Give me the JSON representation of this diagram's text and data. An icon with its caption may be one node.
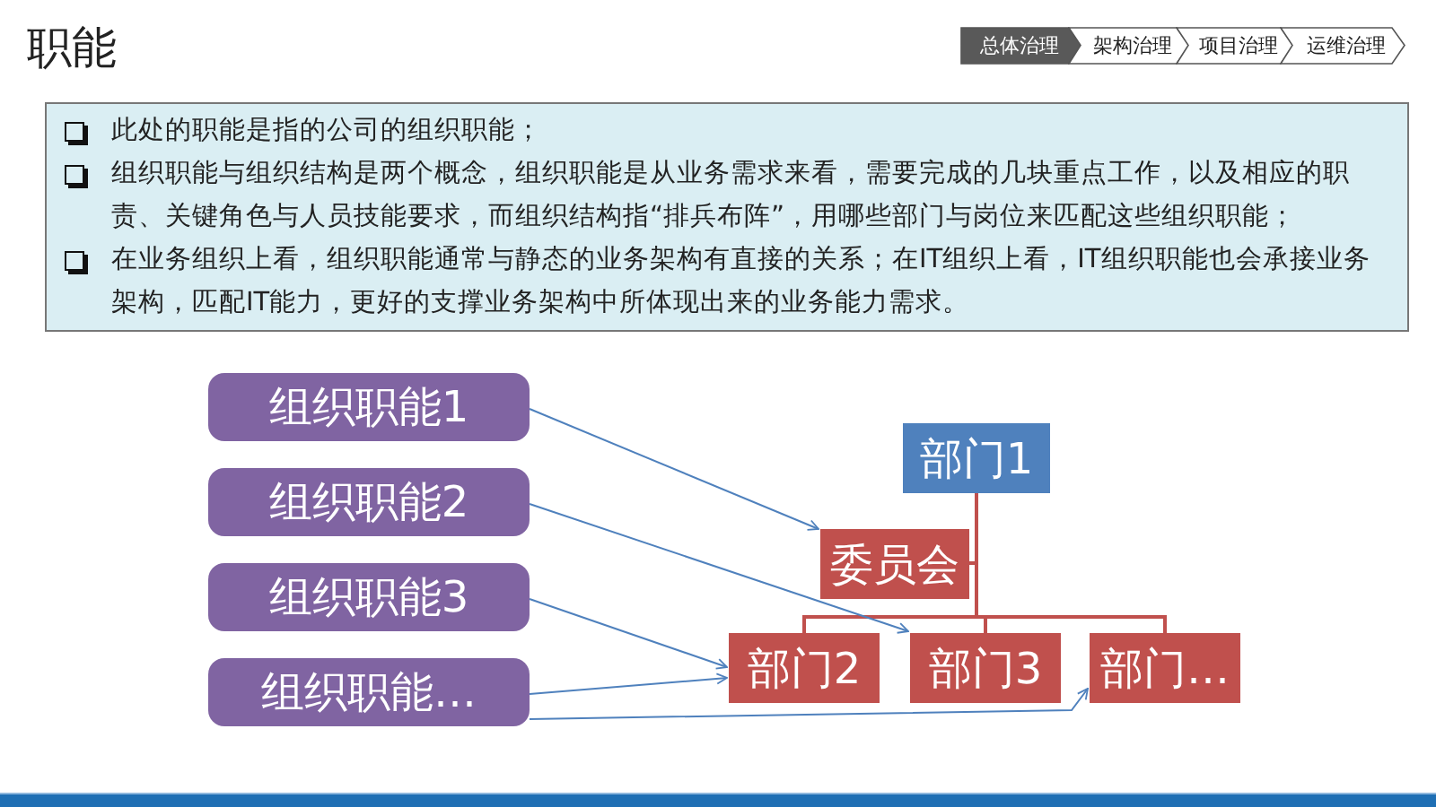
{
  "diagram": {
    "nodes": [
      {
        "text": [
          "总体治理"
        ]
      },
      {
        "text": [
          "架构治理"
        ]
      },
      {
        "text": [
          "项目治理"
        ]
      },
      {
        "text": [
          "运维治理"
        ]
      },
      {
        "text": [
          "此处的职能是指的公司的组织职能；",
          "组织职能与组织结构是两个概念，组织职能是从业务需求来看，需要完成的几块重点工作，以及相应的职责、关键角色与人员技能要求，而组织结构指“排兵布阵”，用哪些部门与岗位来匹配这些组织职能；",
          "在业务组织上看，组织职能通常与静态的业务架构有直接的关系；在IT组织上看，IT组织职能也会承接业务架构，匹配IT能力，更好的支撑业务架构中所体现出来的业务能力需求。"
        ]
      },
      {
        "text": [
          "组织职能1"
        ]
      },
      {
        "text": [
          "组织职能2"
        ]
      },
      {
        "text": [
          "组织职能3"
        ]
      },
      {
        "text": [
          "组织职能…"
        ]
      },
      {
        "text": [
          "部门1"
        ]
      },
      {
        "text": [
          "委员会"
        ]
      },
      {
        "text": [
          "部门2"
        ]
      },
      {
        "text": [
          "部门3"
        ]
      },
      {
        "text": [
          "部门…"
        ]
      }
    ],
    "edges": [
      {
        "from": 9,
        "to": 10,
        "arrow": "none",
        "color": "#c0504d"
      },
      {
        "from": 9,
        "to": 11,
        "arrow": "none",
        "color": "#c0504d"
      },
      {
        "from": 9,
        "to": 12,
        "arrow": "none",
        "color": "#c0504d"
      },
      {
        "from": 9,
        "to": 13,
        "arrow": "none",
        "color": "#c0504d"
      },
      {
        "from": 5,
        "to": 10,
        "arrow": "to"
      },
      {
        "from": 6,
        "to": 12,
        "arrow": "to"
      },
      {
        "from": 7,
        "to": 11,
        "arrow": "to"
      },
      {
        "from": 8,
        "to": 11,
        "arrow": "to"
      },
      {
        "from": 8,
        "to": 13,
        "arrow": "to"
      }
    ],
    "labels": [
      "职能"
    ]
  }
}
